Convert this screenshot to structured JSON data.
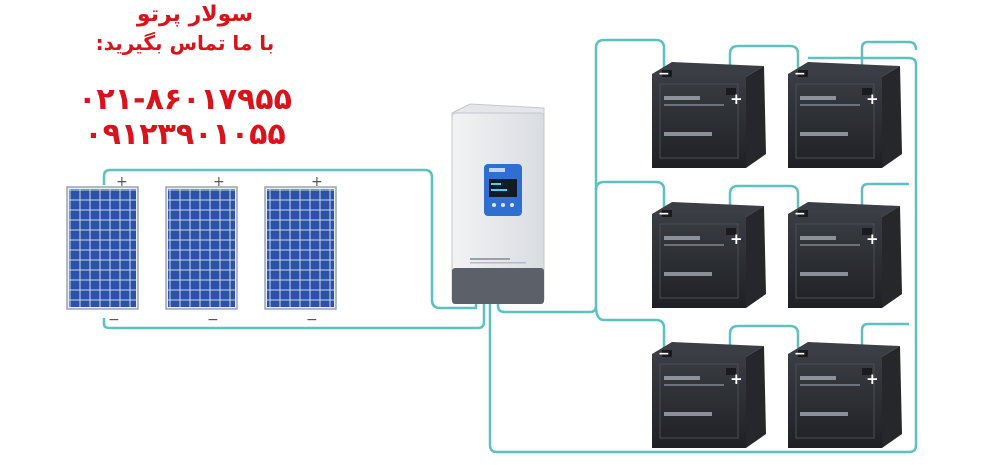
{
  "header": {
    "company_name": "سولار پرتو",
    "contact_prompt": "با ما تماس بگیرید:",
    "phone_landline": "۰۲۱-۸۶۰۱۷۹۵۵",
    "phone_mobile": "۰۹۱۲۳۹۰۱۰۵۵"
  },
  "panels": [
    {
      "plus": "+",
      "minus": "−"
    },
    {
      "plus": "+",
      "minus": "−"
    },
    {
      "plus": "+",
      "minus": "−"
    }
  ],
  "batteries": [
    {
      "plus": "+",
      "minus": "−"
    },
    {
      "plus": "+",
      "minus": "−"
    },
    {
      "plus": "+",
      "minus": "−"
    },
    {
      "plus": "+",
      "minus": "−"
    },
    {
      "plus": "+",
      "minus": "−"
    },
    {
      "plus": "+",
      "minus": "−"
    }
  ],
  "colors": {
    "wire": "#5fc1bf",
    "panel_cell": "#2b52a6",
    "battery_body": "#2a2c31",
    "inverter_screen": "#2f6fd0",
    "brand_text": "#d8131b"
  }
}
